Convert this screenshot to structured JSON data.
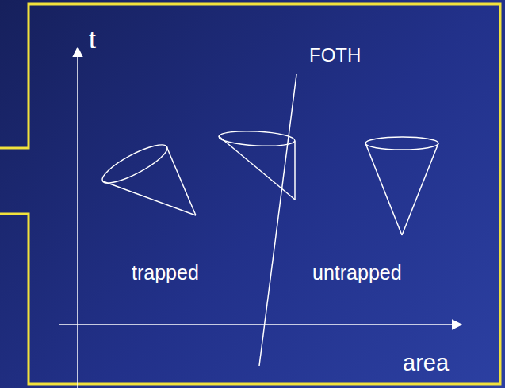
{
  "diagram": {
    "labels": [
      "t",
      "FOTH",
      "trapped",
      "untrapped",
      "area"
    ]
  }
}
